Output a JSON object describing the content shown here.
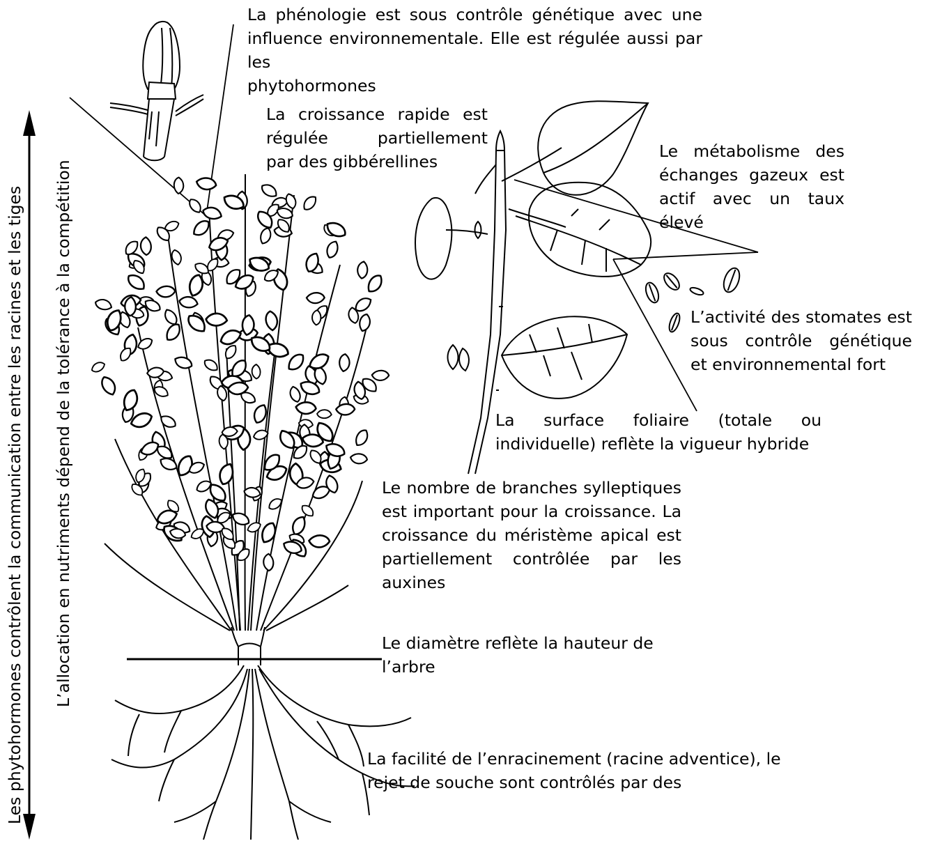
{
  "annotations": {
    "phenology": [
      "La phénologie est sous contrôle génétique avec une",
      "influence environnementale. Elle est régulée aussi par les",
      "phytohormones"
    ],
    "rapid_growth": [
      "La croissance rapide est",
      "régulée partiellement",
      "par des gibbérellines"
    ],
    "gas_exchange": [
      "Le métabolisme des",
      "échanges gazeux est",
      "actif avec un taux",
      "élevé"
    ],
    "stomata": [
      "L’activité des stomates est",
      "sous contrôle génétique",
      "et environnemental fort"
    ],
    "leaf_area": [
      "La surface foliaire (totale ou",
      "individuelle) reflète la vigueur hybride"
    ],
    "sylleptic": [
      "Le nombre de branches sylleptiques",
      "est important pour la croissance. La",
      "croissance du méristème apical est",
      "partiellement contrôlée par les",
      "auxines"
    ],
    "diameter": [
      "Le diamètre reflète la hauteur de",
      "l’arbre"
    ],
    "rooting": [
      "La facilité de l’enracinement (racine adventice), le",
      "rejet de souche sont contrôlés par des"
    ],
    "vertical_outer": "Les phytohormones contrôlent la communication entre les racines et les tiges",
    "vertical_inner": "L’allocation en nutriments dépend de la tolérance à la compétition"
  },
  "colors": {
    "ink": "#000000",
    "background": "#ffffff"
  },
  "icons": [
    "bud-icon",
    "poplar-tree-icon",
    "shoot-with-leaves-icon",
    "stomata-icon",
    "roots-icon",
    "double-arrow-icon"
  ]
}
